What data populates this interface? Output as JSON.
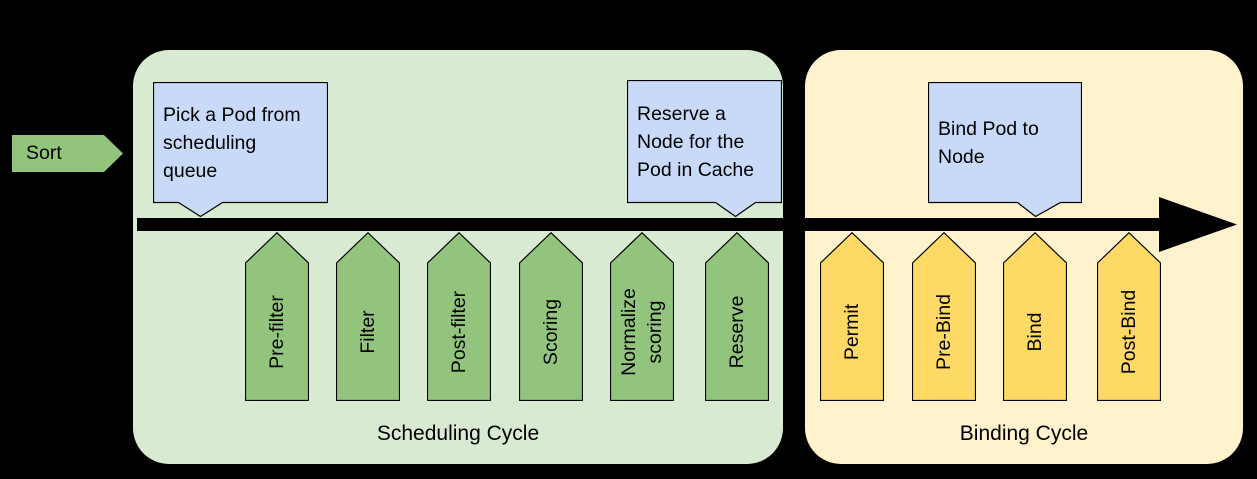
{
  "sort": {
    "label": "Sort"
  },
  "scheduling": {
    "title": "Scheduling Cycle",
    "stages": [
      {
        "label": "Pre-filter"
      },
      {
        "label": "Filter"
      },
      {
        "label": "Post-filter"
      },
      {
        "label": "Scoring"
      },
      {
        "label": "Normalize\nscoring"
      },
      {
        "label": "Reserve"
      }
    ],
    "callouts": [
      {
        "text": "Pick a Pod from\nscheduling\nqueue"
      },
      {
        "text": "Reserve a\nNode for the\nPod in Cache"
      }
    ]
  },
  "binding": {
    "title": "Binding Cycle",
    "stages": [
      {
        "label": "Permit"
      },
      {
        "label": "Pre-Bind"
      },
      {
        "label": "Bind"
      },
      {
        "label": "Post-Bind"
      }
    ],
    "callouts": [
      {
        "text": "Bind Pod to\nNode"
      }
    ]
  },
  "colors": {
    "background": "#000000",
    "scheduling_box": "#d9ead3",
    "scheduling_stage": "#93c47d",
    "binding_box": "#fff2cc",
    "binding_stage": "#ffd966",
    "callout_fill": "#c9daf8",
    "sort_arrow": "#93c47d",
    "timeline_arrow": "#000000",
    "text": "#000000"
  }
}
